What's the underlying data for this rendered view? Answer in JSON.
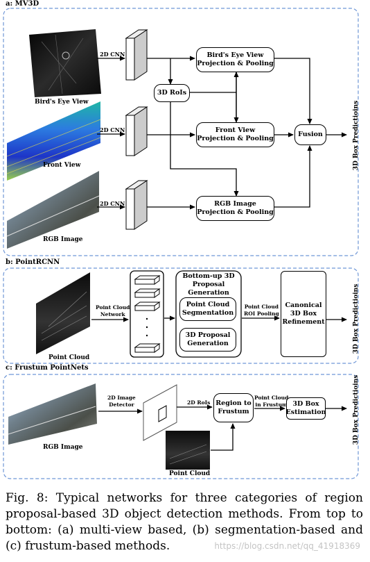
{
  "panels": {
    "a": {
      "title": "a: MV3D",
      "inputs": [
        "Bird's Eye View",
        "Front View",
        "RGB Image"
      ],
      "cnn_label": "2D CNN",
      "rois": "3D RoIs",
      "bev_box": "Bird's Eye View\nProjection & Pooling",
      "fv_box": "Front View\nProjection & Pooling",
      "rgb_box": "RGB Image\nProjection & Pooling",
      "fusion": "Fusion",
      "output": "3D Box Predictioins"
    },
    "b": {
      "title": "b: PointRCNN",
      "input": "Point Cloud",
      "arrow1": "Point Cloud\nNetwork",
      "stage_title": "Bottom-up 3D\nProposal Generation",
      "seg_box": "Point Cloud\nSegmentation",
      "prop_box": "3D Proposal\nGeneration",
      "arrow2": "Point Cloud\nROI Pooling",
      "refine_box": "Canonical\n3D Box\nRefinement",
      "output": "3D Box Predictioins"
    },
    "c": {
      "title": "c: Frustum PointNets",
      "input_rgb": "RGB Image",
      "input_pc": "Point Cloud",
      "arrow1": "2D Image\nDetector",
      "arrow2": "2D RoIs",
      "region_box": "Region to\nFrustum",
      "arrow3": "Point Cloud\nin Frustum",
      "estimation_box": "3D Box\nEstimation",
      "output": "3D Box Predictioins"
    }
  },
  "caption": "Fig. 8: Typical networks for three categories of region proposal-based 3D object detection methods. From top to bottom: (a) multi-view based, (b) segmentation-based and (c) frustum-based methods.",
  "watermark": "https://blog.csdn.net/qq_41918369"
}
